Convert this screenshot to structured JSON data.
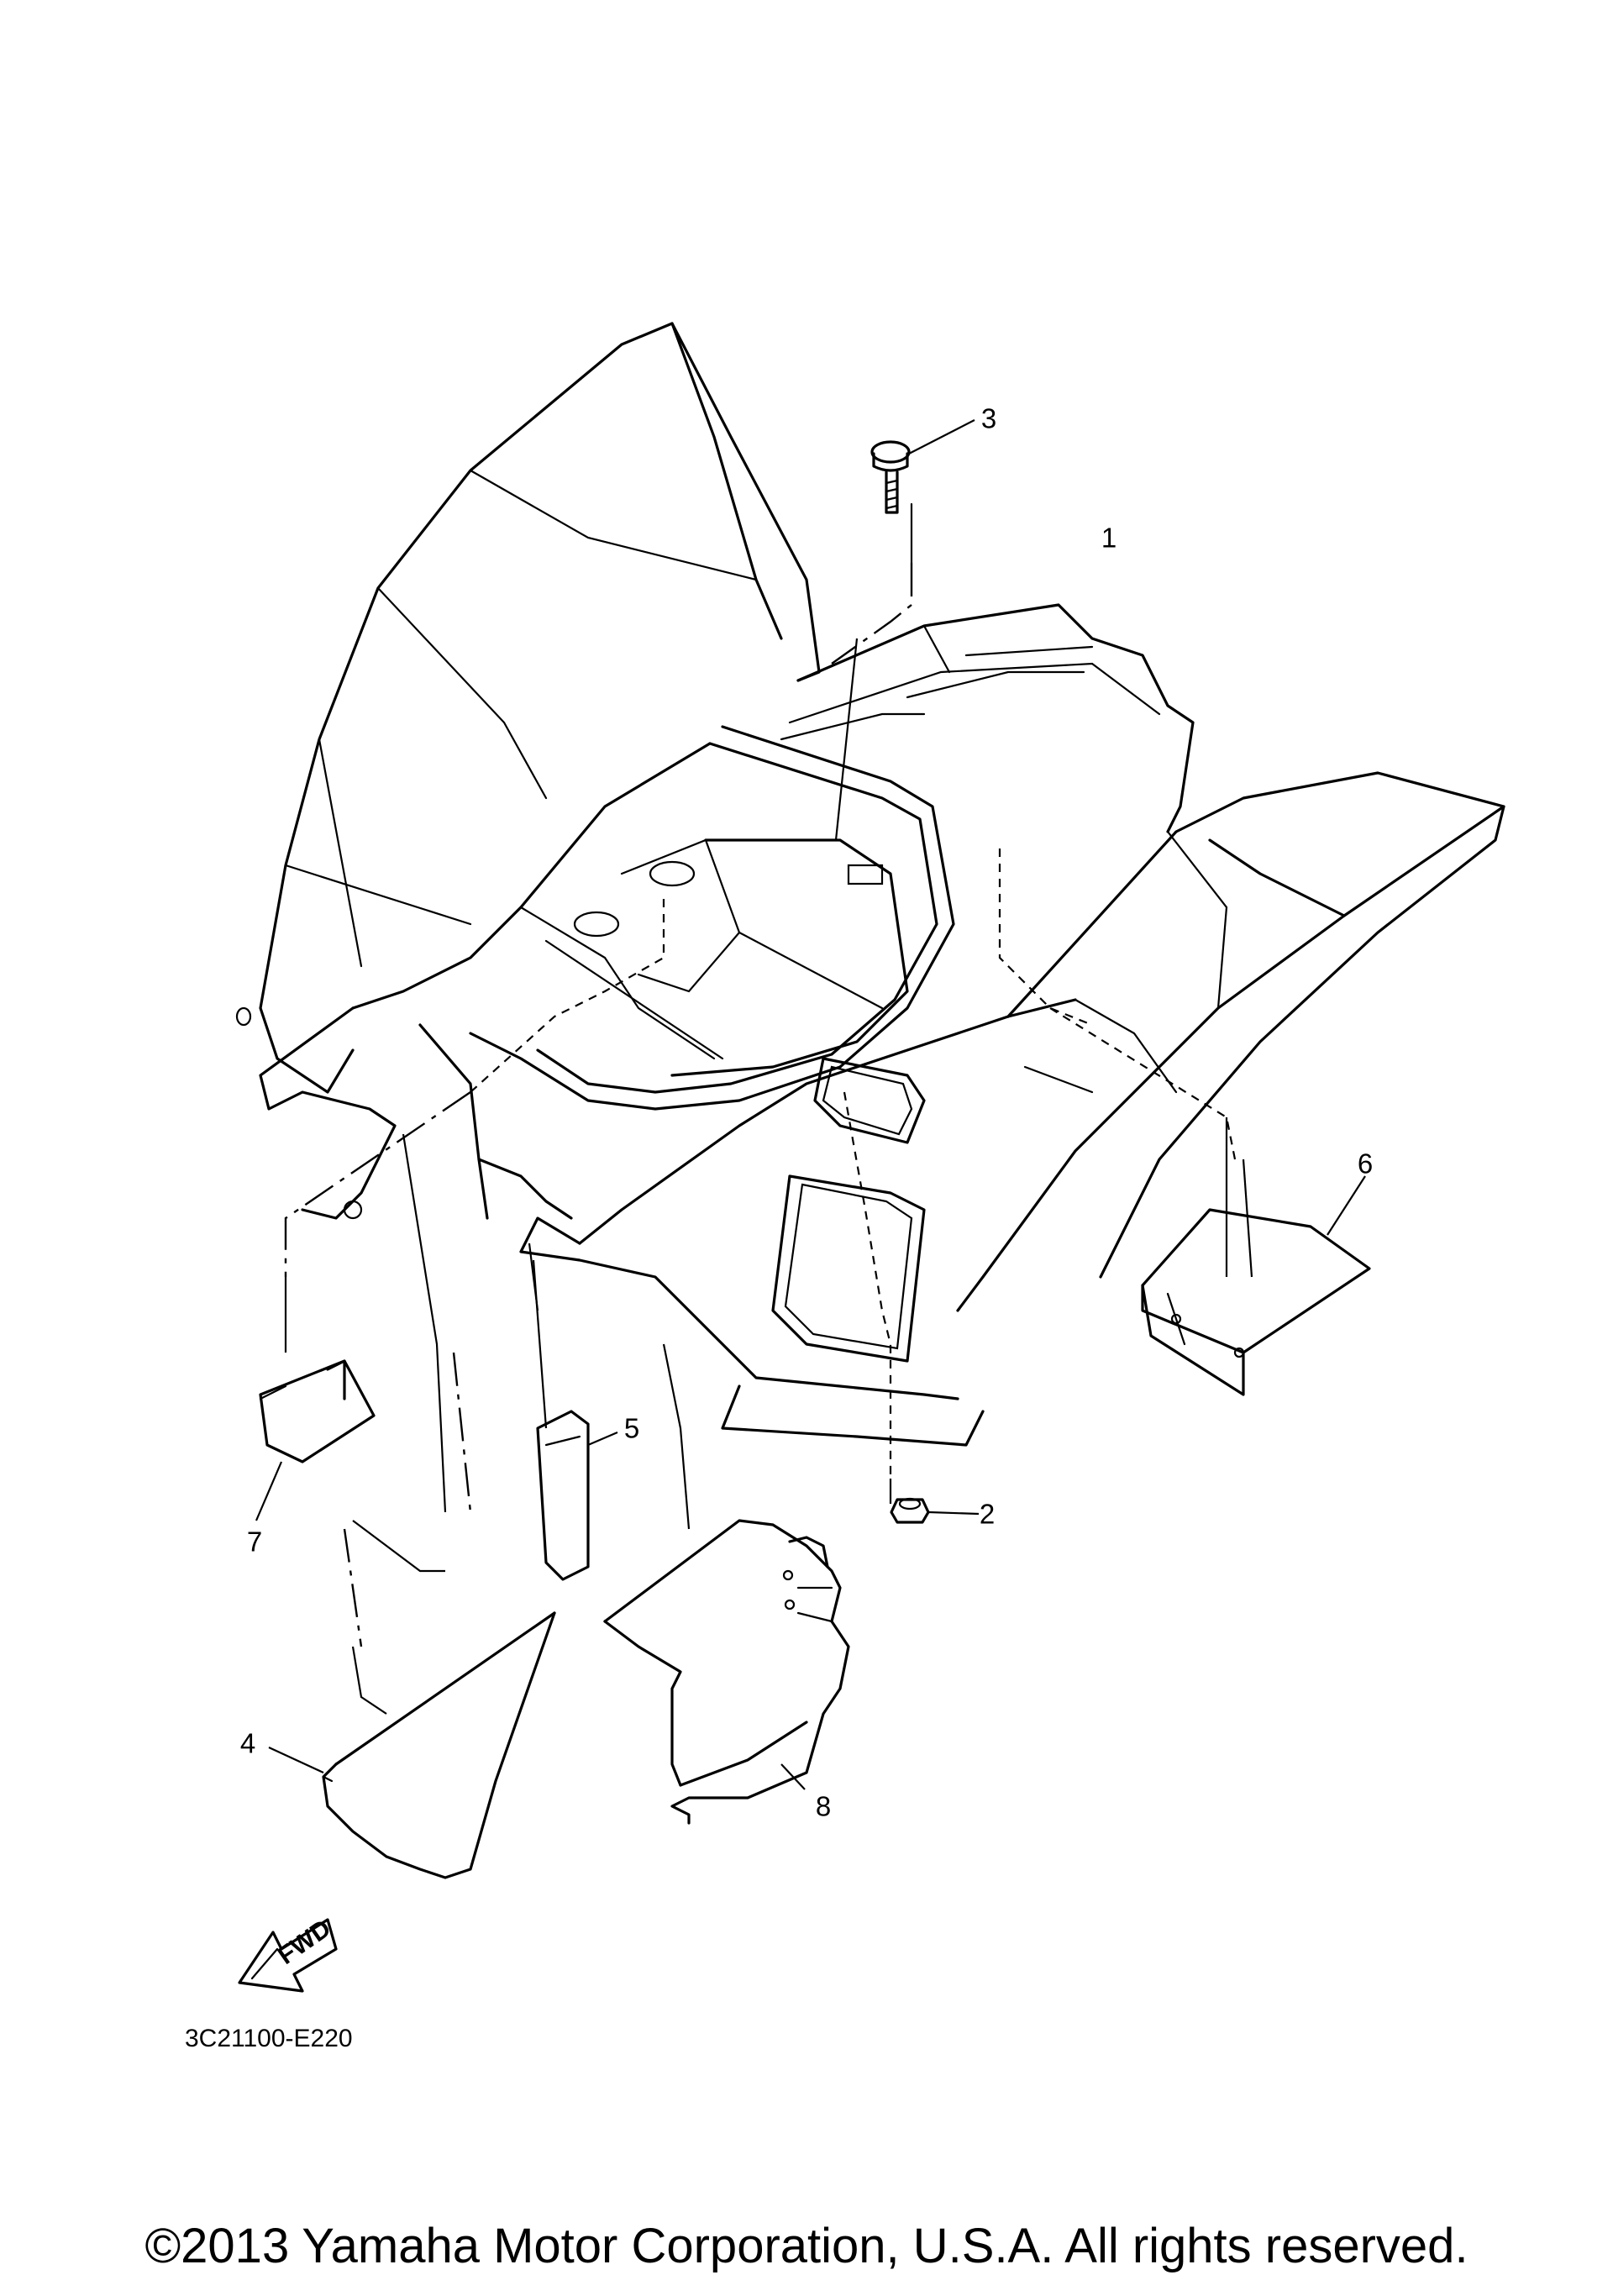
{
  "callouts": {
    "c1": "1",
    "c2": "2",
    "c3": "3",
    "c4": "4",
    "c5": "5",
    "c6": "6",
    "c7": "7",
    "c8": "8"
  },
  "fwd_label": "FWD",
  "diagram_code": "3C21100-E220",
  "copyright": "©2013 Yamaha Motor Corporation, U.S.A. All rights reserved.",
  "colors": {
    "line": "#000000",
    "background": "#ffffff"
  }
}
